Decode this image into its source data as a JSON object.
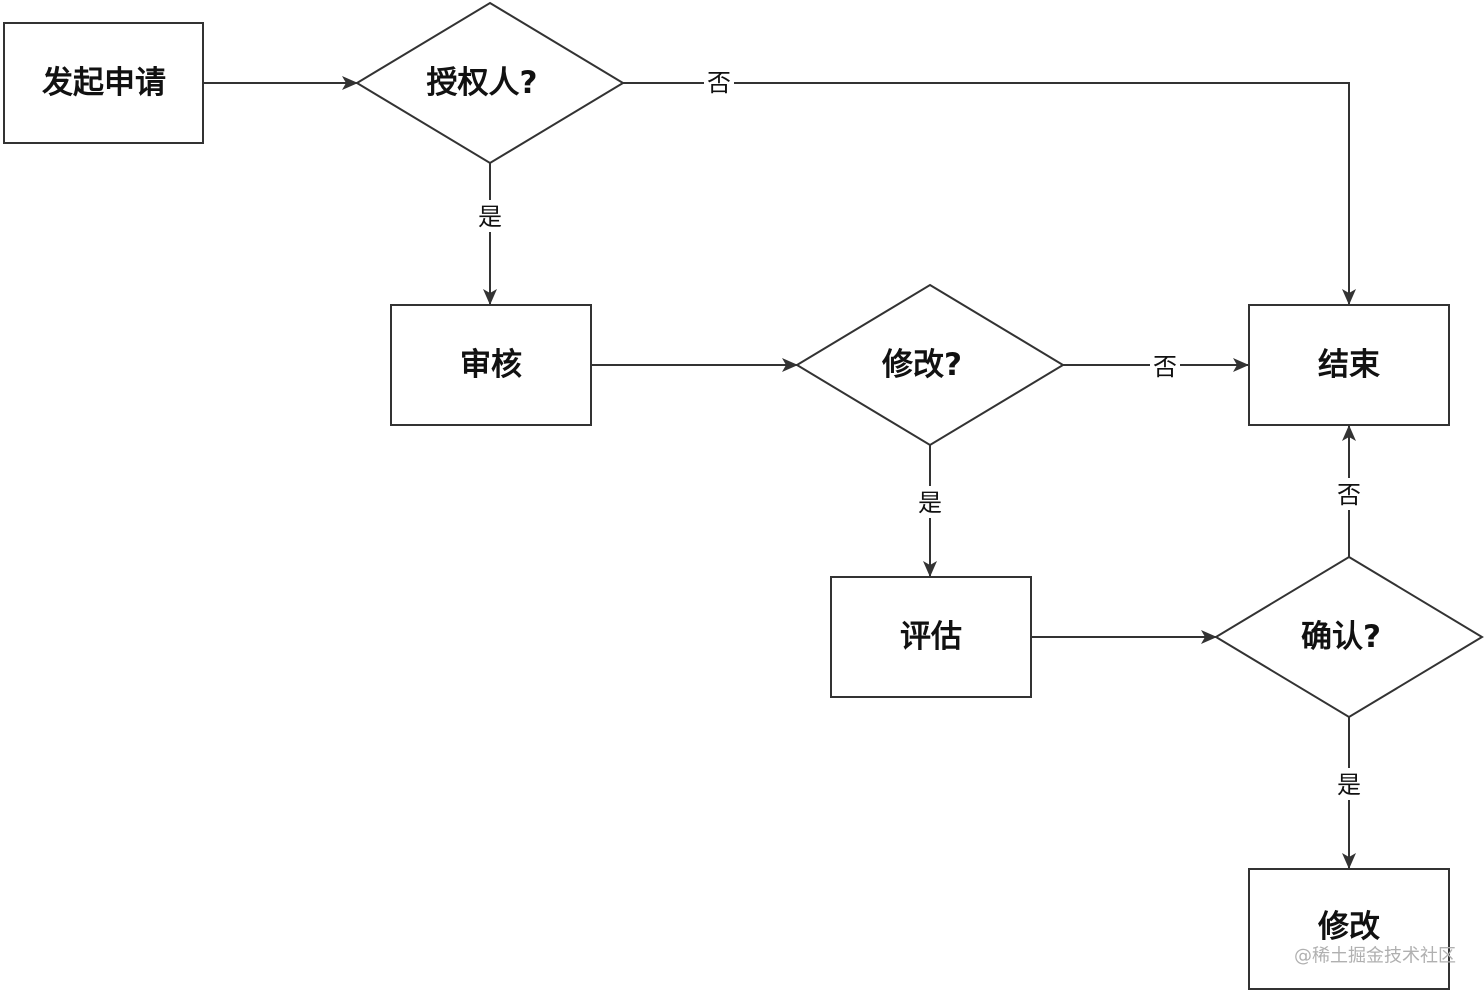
{
  "nodes": {
    "start": {
      "label": "发起申请",
      "shape": "rect"
    },
    "authorized": {
      "label": "授权人?",
      "shape": "diamond"
    },
    "review": {
      "label": "审核",
      "shape": "rect"
    },
    "modify_q": {
      "label": "修改?",
      "shape": "diamond"
    },
    "end": {
      "label": "结束",
      "shape": "rect"
    },
    "evaluate": {
      "label": "评估",
      "shape": "rect"
    },
    "confirm_q": {
      "label": "确认?",
      "shape": "diamond"
    },
    "modify": {
      "label": "修改",
      "shape": "rect"
    }
  },
  "edges": {
    "authorized_no": "否",
    "authorized_yes": "是",
    "modify_no": "否",
    "modify_yes": "是",
    "confirm_no": "否",
    "confirm_yes": "是"
  },
  "watermark": "@稀土掘金技术社区",
  "colors": {
    "stroke": "#333333",
    "text": "#111111",
    "watermark": "#b0b0b0"
  }
}
